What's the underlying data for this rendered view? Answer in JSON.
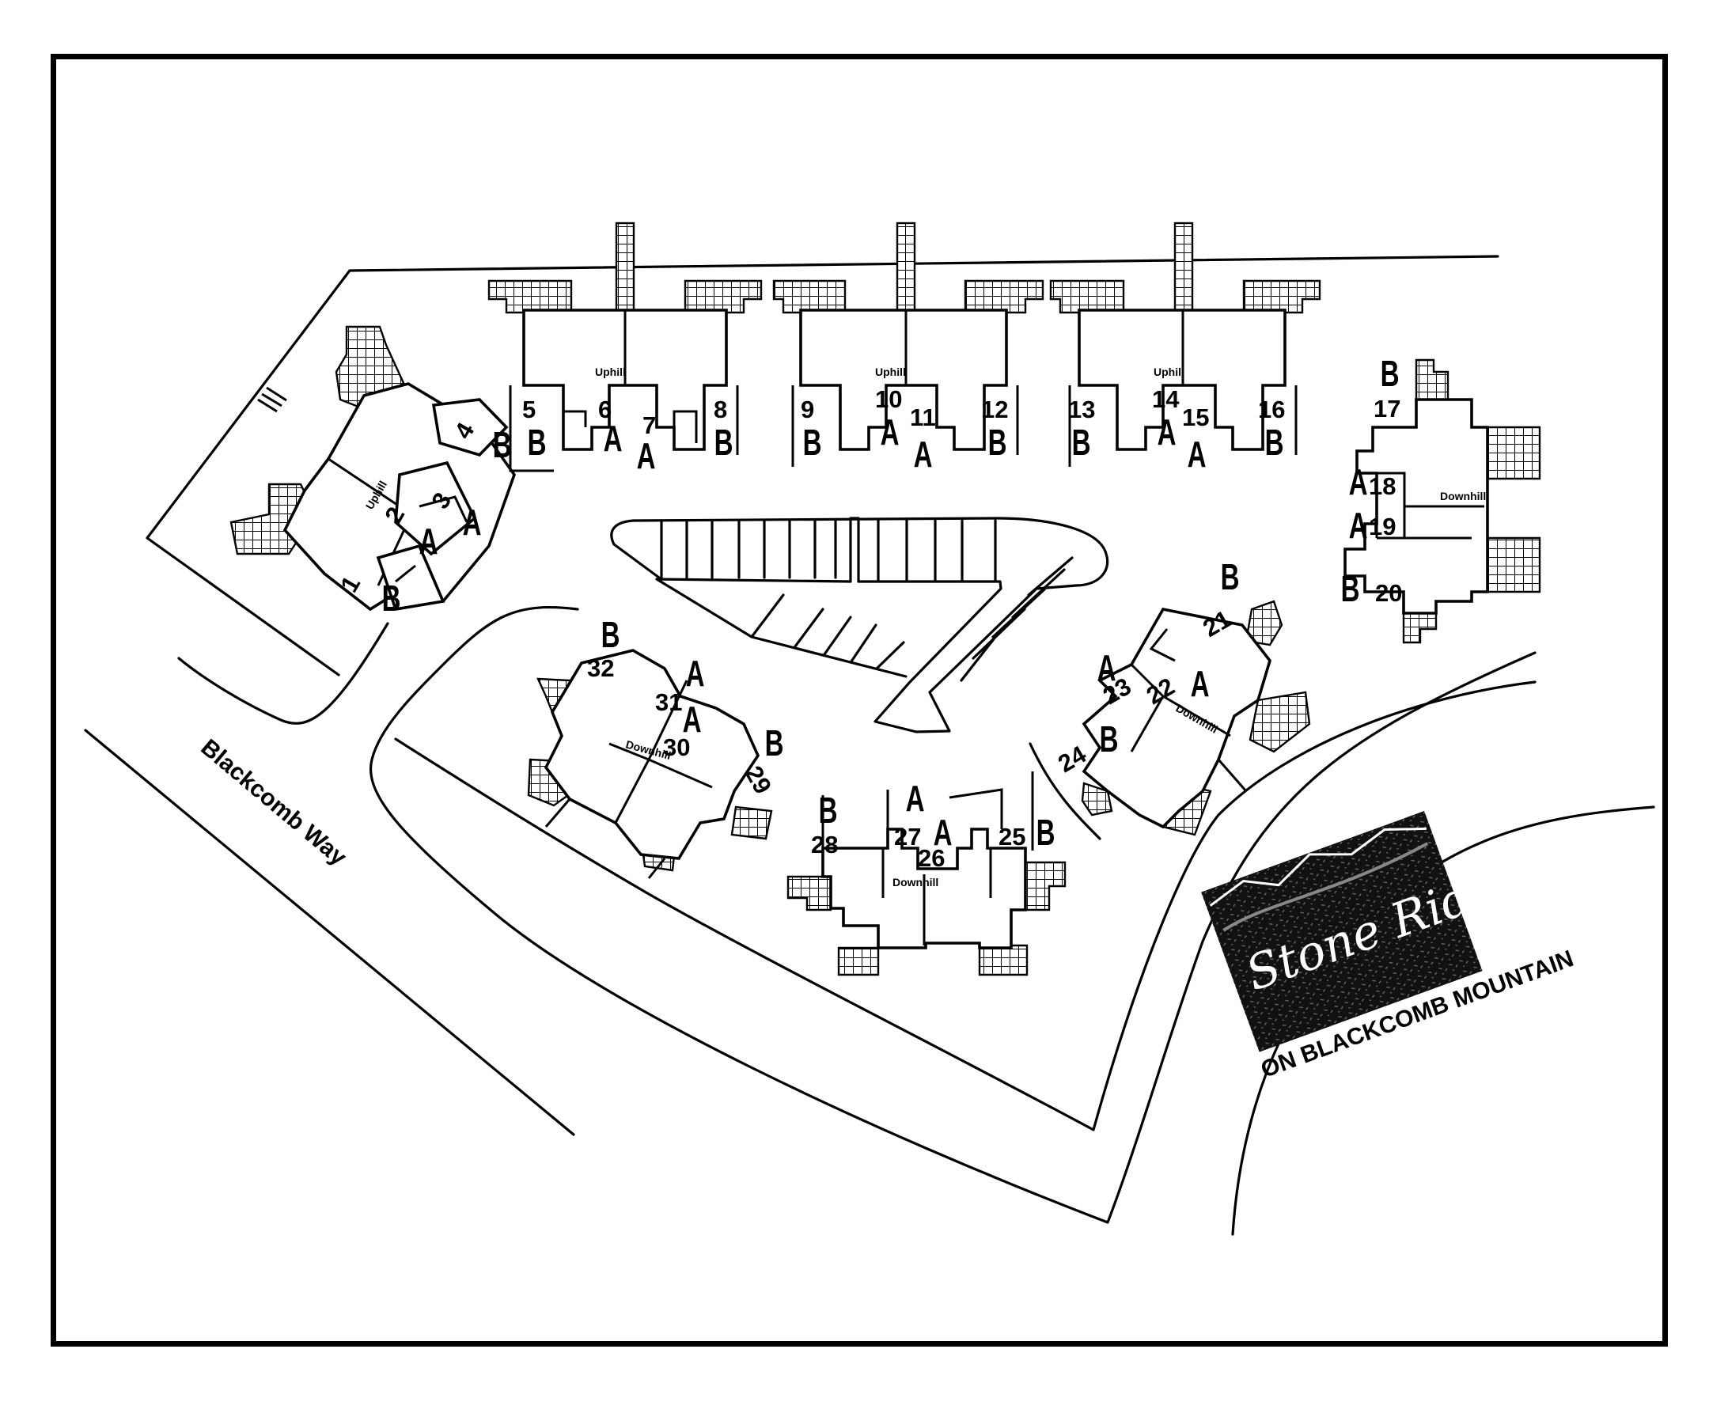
{
  "road_label": "Blackcomb Way",
  "logo": {
    "name": "Stone Ridge",
    "tagline": "ON BLACKCOMB MOUNTAIN"
  },
  "slope_labels": {
    "uphill": "Uphill",
    "downhill": "Downhill"
  },
  "units": [
    {
      "number": "1",
      "type": "B"
    },
    {
      "number": "2",
      "type": "A"
    },
    {
      "number": "3",
      "type": "A"
    },
    {
      "number": "4",
      "type": "B"
    },
    {
      "number": "5",
      "type": "B"
    },
    {
      "number": "6",
      "type": "A"
    },
    {
      "number": "7",
      "type": "A"
    },
    {
      "number": "8",
      "type": "B"
    },
    {
      "number": "9",
      "type": "B"
    },
    {
      "number": "10",
      "type": "A"
    },
    {
      "number": "11",
      "type": "A"
    },
    {
      "number": "12",
      "type": "B"
    },
    {
      "number": "13",
      "type": "B"
    },
    {
      "number": "14",
      "type": "A"
    },
    {
      "number": "15",
      "type": "A"
    },
    {
      "number": "16",
      "type": "B"
    },
    {
      "number": "17",
      "type": "B"
    },
    {
      "number": "18",
      "type": "A"
    },
    {
      "number": "19",
      "type": "A"
    },
    {
      "number": "20",
      "type": "B"
    },
    {
      "number": "21",
      "type": "B"
    },
    {
      "number": "22",
      "type": "A"
    },
    {
      "number": "23",
      "type": "A"
    },
    {
      "number": "24",
      "type": "B"
    },
    {
      "number": "25",
      "type": "B"
    },
    {
      "number": "26",
      "type": "A"
    },
    {
      "number": "27",
      "type": "A"
    },
    {
      "number": "28",
      "type": "B"
    },
    {
      "number": "29",
      "type": "B"
    },
    {
      "number": "30",
      "type": "A"
    },
    {
      "number": "31",
      "type": "A"
    },
    {
      "number": "32",
      "type": "B"
    }
  ]
}
